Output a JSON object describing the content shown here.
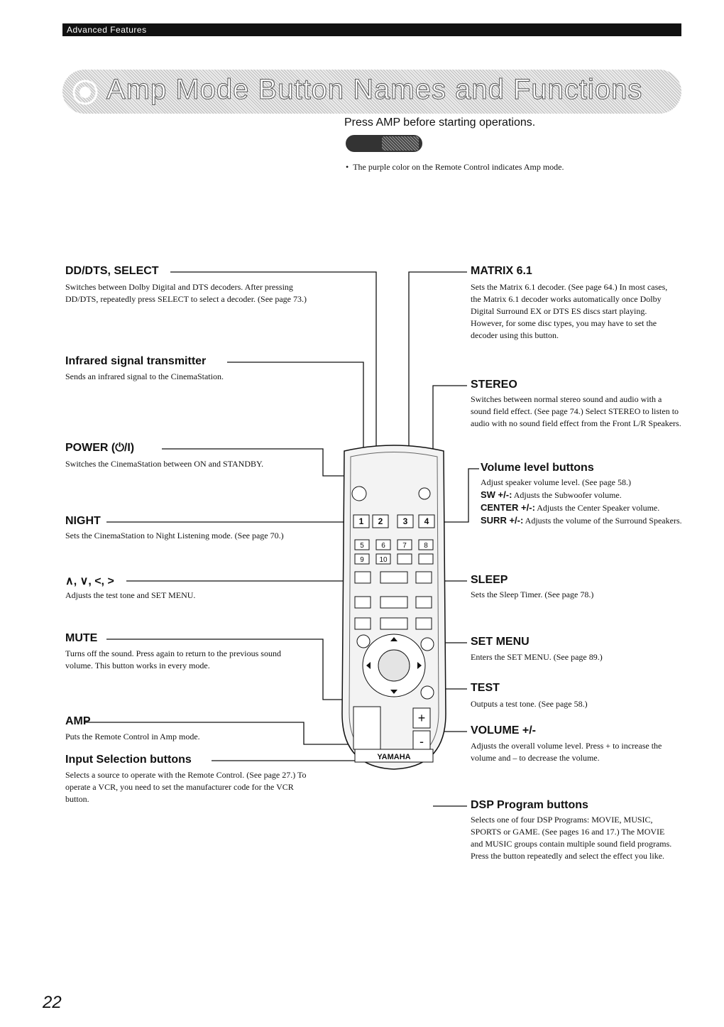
{
  "header": {
    "section": "Advanced Features",
    "title": "Amp Mode Button Names and Functions"
  },
  "intro": {
    "text": "Press AMP before starting operations.",
    "note": "The purple color on the Remote Control indicates Amp mode."
  },
  "left": [
    {
      "heading": "DD/DTS, SELECT",
      "body": "Switches between Dolby Digital and DTS decoders. After pressing DD/DTS, repeatedly press SELECT to select a decoder. (See page 73.)"
    },
    {
      "heading": "Infrared signal transmitter",
      "body": "Sends an infrared signal to the CinemaStation."
    },
    {
      "heading": "POWER (⏻/I)",
      "body": "Switches the CinemaStation between ON and STANDBY."
    },
    {
      "heading": "NIGHT",
      "body": "Sets the CinemaStation to Night Listening mode. (See page 70.)"
    },
    {
      "heading": "∧, ∨, <, >",
      "body": "Adjusts the test tone and SET MENU."
    },
    {
      "heading": "MUTE",
      "body": "Turns off the sound. Press again to return to the previous sound volume. This button works in every mode."
    },
    {
      "heading": "AMP",
      "body": "Puts the Remote Control in Amp mode."
    },
    {
      "heading": "Input Selection buttons",
      "body": "Selects a source to operate with the Remote Control. (See page 27.) To operate a VCR, you need to set the manufacturer code for the VCR button."
    }
  ],
  "right": {
    "matrix": {
      "heading": "MATRIX 6.1",
      "body": "Sets the Matrix 6.1 decoder. (See page 64.) In most cases, the Matrix 6.1 decoder works automatically once Dolby Digital Surround EX or DTS ES discs start playing. However, for some disc types, you may have to set the decoder using this button."
    },
    "stereo": {
      "heading": "STEREO",
      "body": "Switches between normal stereo sound and audio with a sound field effect. (See page 74.) Select STEREO to listen to audio with no sound field effect from the Front L/R Speakers."
    },
    "volume_level": {
      "heading": "Volume level buttons",
      "body": "Adjust speaker volume level. (See page 58.)",
      "sw_label": "SW +/-:",
      "sw_text": "Adjusts the Subwoofer volume.",
      "center_label": "CENTER +/-:",
      "center_text": "Adjusts the Center Speaker volume.",
      "surr_label": "SURR +/-:",
      "surr_text": "Adjusts the volume of the Surround Speakers."
    },
    "sleep": {
      "heading": "SLEEP",
      "body": "Sets the Sleep Timer. (See page 78.)"
    },
    "set_menu": {
      "heading": "SET MENU",
      "body": "Enters the SET MENU. (See page 89.)"
    },
    "test": {
      "heading": "TEST",
      "body": "Outputs a test tone. (See page 58.)"
    },
    "volume": {
      "heading": "VOLUME +/-",
      "body": "Adjusts the overall volume level. Press + to increase the volume and – to decrease the volume."
    },
    "dsp": {
      "heading": "DSP Program buttons",
      "body": "Selects one of four DSP Programs: MOVIE, MUSIC, SPORTS or GAME. (See pages 16 and 17.) The MOVIE and MUSIC groups contain multiple sound field programs. Press the button repeatedly and select the effect you like."
    }
  },
  "remote": {
    "brand": "YAMAHA",
    "keys": [
      "1",
      "2",
      "3",
      "4",
      "5",
      "6",
      "7",
      "8",
      "9",
      "10",
      "+",
      "-"
    ]
  },
  "page_number": "22"
}
